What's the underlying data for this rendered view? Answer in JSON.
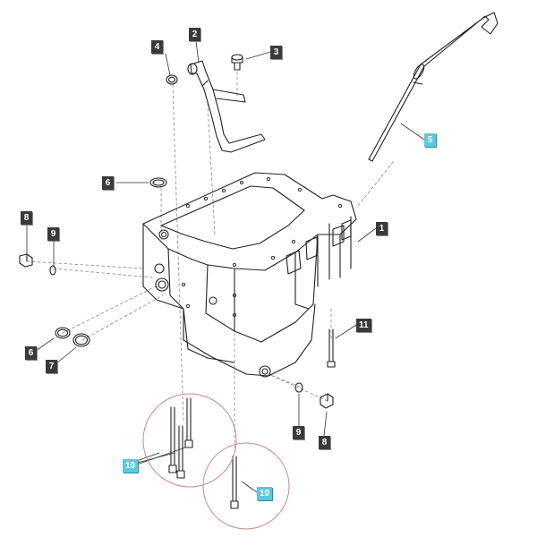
{
  "callouts": {
    "c1": "1",
    "c2": "2",
    "c3": "3",
    "c4": "4",
    "c5": "5",
    "c6a": "6",
    "c6b": "6",
    "c7": "7",
    "c8a": "8",
    "c8b": "8",
    "c9a": "9",
    "c9b": "9",
    "c10a": "10",
    "c10b": "10",
    "c11": "11"
  },
  "colors": {
    "callout_bg": "#3a3a3a",
    "callout_highlight_bg": "#5ec8dc",
    "highlight_circle": "#c9898c",
    "line_art": "#222222"
  }
}
